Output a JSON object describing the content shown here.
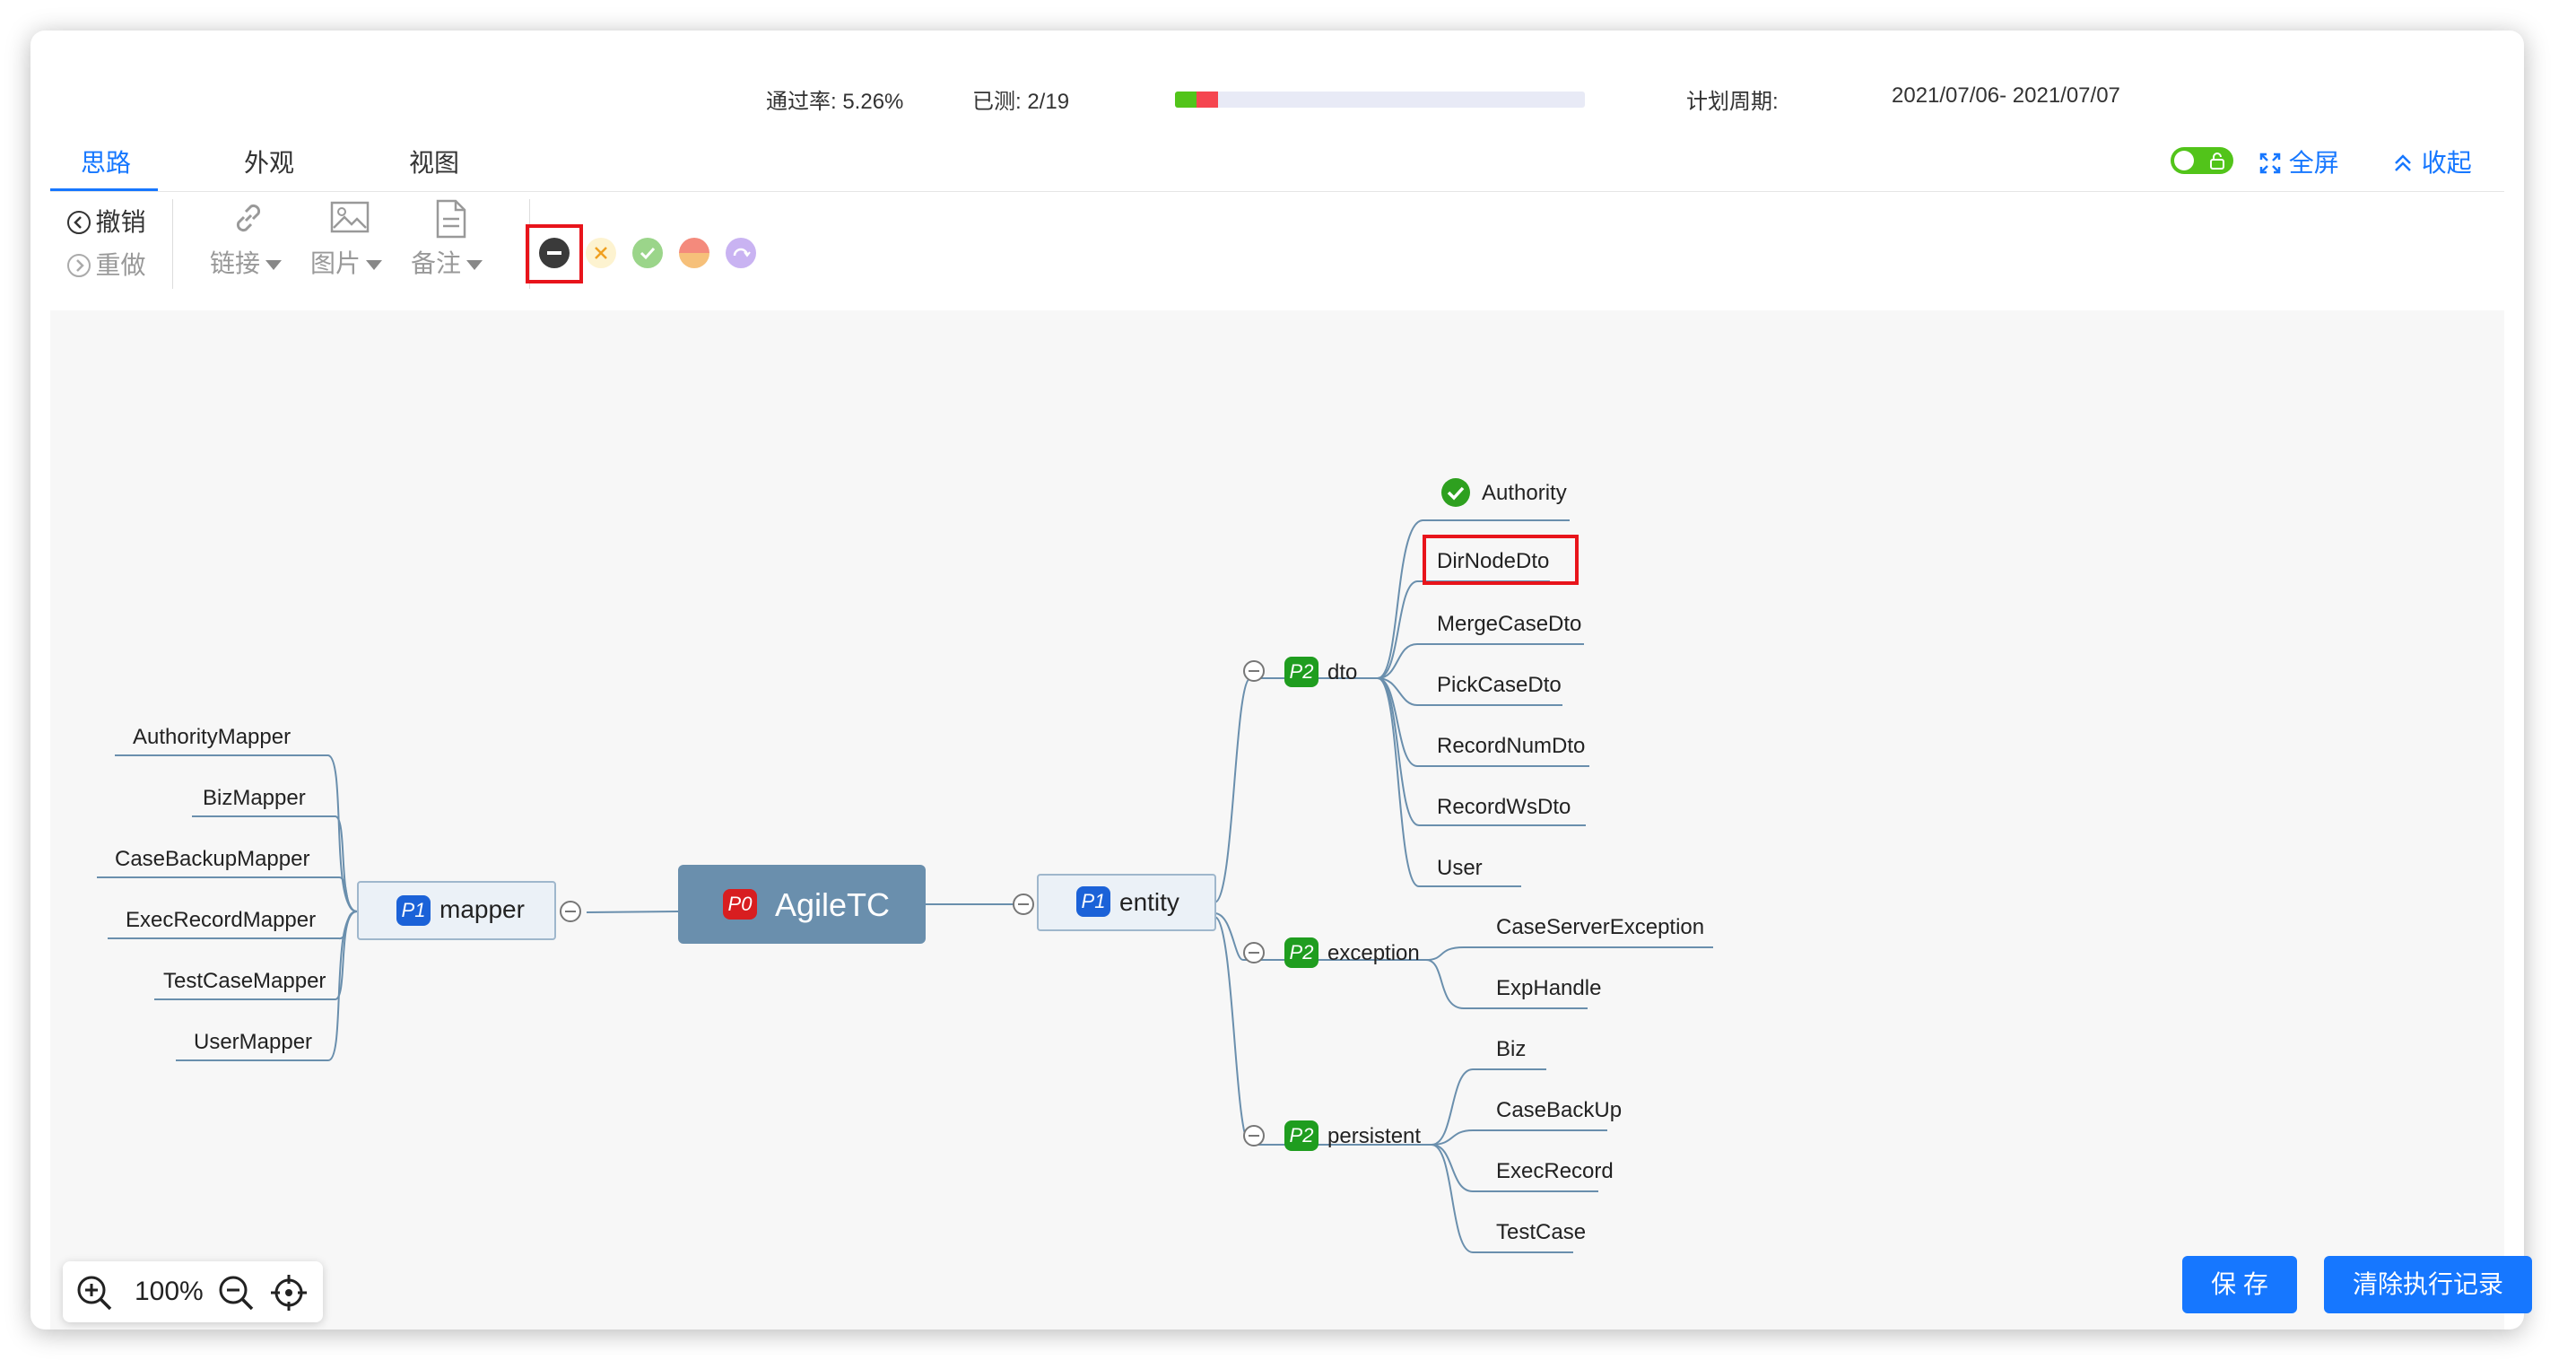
{
  "header": {
    "pass_rate": "通过率: 5.26%",
    "tested": "已测: 2/19",
    "progress": {
      "pass_fraction": 0.053,
      "fail_fraction": 0.053,
      "pass_color": "#52c41a",
      "fail_color": "#f5454f"
    },
    "plan_label": "计划周期:",
    "plan_dates": "2021/07/06- 2021/07/07"
  },
  "tabs": [
    {
      "label": "思路",
      "active": true
    },
    {
      "label": "外观",
      "active": false
    },
    {
      "label": "视图",
      "active": false
    }
  ],
  "header_actions": {
    "lock_toggle_on": true,
    "fullscreen": "全屏",
    "collapse": "收起"
  },
  "toolbar": {
    "undo": "撤销",
    "redo": "重做",
    "link": "链接",
    "image": "图片",
    "note": "备注",
    "status_icons": [
      "minus-circle-icon",
      "fail-x-icon",
      "pass-check-icon",
      "block-icon",
      "skip-icon"
    ]
  },
  "mindmap": {
    "root": {
      "priority": "P0",
      "label": "AgileTC"
    },
    "left": {
      "priority": "P1",
      "label": "mapper",
      "children": [
        "AuthorityMapper",
        "BizMapper",
        "CaseBackupMapper",
        "ExecRecordMapper",
        "TestCaseMapper",
        "UserMapper"
      ]
    },
    "right": {
      "priority": "P1",
      "label": "entity",
      "children": [
        {
          "priority": "P2",
          "label": "dto",
          "children": [
            "Authority",
            "DirNodeDto",
            "MergeCaseDto",
            "PickCaseDto",
            "RecordNumDto",
            "RecordWsDto",
            "User"
          ]
        },
        {
          "priority": "P2",
          "label": "exception",
          "children": [
            "CaseServerException",
            "ExpHandle"
          ]
        },
        {
          "priority": "P2",
          "label": "persistent",
          "children": [
            "Biz",
            "CaseBackUp",
            "ExecRecord",
            "TestCase"
          ]
        }
      ]
    }
  },
  "zoom": {
    "level": "100%"
  },
  "buttons": {
    "save": "保 存",
    "clear": "清除执行记录"
  }
}
